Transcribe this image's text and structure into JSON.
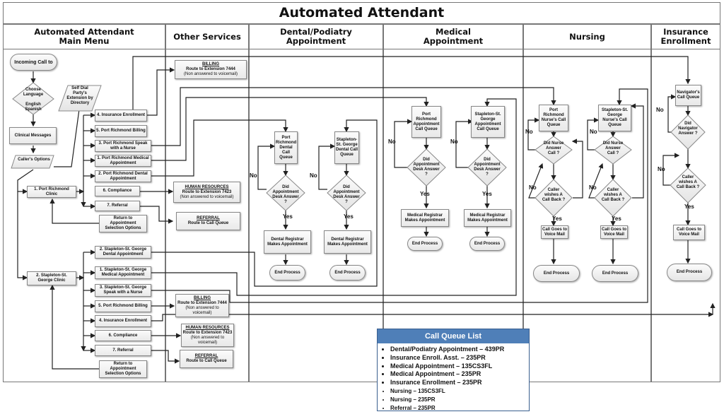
{
  "title": "Automated Attendant",
  "lanes": {
    "main": "Automated Attendant\nMain Menu",
    "other": "Other Services",
    "dental": "Dental/Podiatry Appointment",
    "medical": "Medical\nAppointment",
    "nursing": "Nursing",
    "insurance": "Insurance\nEnrollment"
  },
  "main": {
    "incoming": "Incoming Call to",
    "language": "Choose Language\n\nEnglish Spanish",
    "self_dial": "Self Dial Party's Extension by Directory",
    "clinical": "Clinical Messages",
    "options": "Caller's Options",
    "clinic1": "1. Port Richmond Clinic",
    "clinic2": "2. Stapleton-St. George Clinic",
    "return1": "Return to Appointment Selection Options",
    "return2": "Return to Appointment Selection Options",
    "menu1": [
      "4. Insurance Enrollment",
      "5. Port Richmond Billing",
      "3. Port Richmond Speak with a Nurse",
      "1. Port Richmond Medical Appointment",
      "2. Port Richmond Dental Appointment",
      "6. Compliance",
      "7. Referral"
    ],
    "menu2": [
      "2. Stapleton-St. George Dental Appointment",
      "1. Stapleton-St. George Medical Appointment",
      "3. Stapleton-St. George Speak with a Nurse",
      "5. Port Richmond Billing",
      "4. Insurance Enrollment",
      "6. Compliance",
      "7. Referral"
    ]
  },
  "other": {
    "billing1": {
      "head": "BILLING",
      "body": "Route to Extension 7444",
      "note": "(Non answered to voicemail)"
    },
    "hr1": {
      "head": "HUMAN RESOURCES",
      "body": "Route to Extension 7423",
      "note": "(Non answered to voicemail)"
    },
    "referral1": {
      "head": "REFERRAL",
      "body": "Route to Call Queue"
    },
    "billing2": {
      "head": "BILLING",
      "body": "Route to Extension 7444",
      "note": "(Non answered to voicemail)"
    },
    "hr2": {
      "head": "HUMAN RESOURCES",
      "body": "Route to Extension 7423",
      "note": "(Non answered to voicemail)"
    },
    "referral2": {
      "head": "REFERRAL",
      "body": "Route to Call Queue"
    }
  },
  "dental": {
    "queue_pr": "Port Richmond Dental Call Queue",
    "queue_sg": "Stapleton-St. George Dental Call Queue",
    "decision": "Did Appointment Desk Answer ?",
    "registrar": "Dental Registrar Makes Appointment",
    "end": "End Process"
  },
  "medical": {
    "queue_pr": "Port Richmond Appointment Call Queue",
    "queue_sg": "Stapleton-St. George Appointment Call Queue",
    "decision": "Did Appointment Desk Answer ?",
    "registrar": "Medical Registrar Makes Appointment",
    "end": "End Process"
  },
  "nursing": {
    "queue_pr": "Port Richmond Nurse's Call Queue",
    "queue_sg": "Stapleton-St. George Nurse's Call Queue",
    "decision": "Did Nurse Answer Call ?",
    "callback": "Caller wishes A Call Back ?",
    "voicemail": "Call Goes to Voice Mail",
    "end": "End Process"
  },
  "insurance": {
    "queue": "Navigator's Call Queue",
    "decision": "Did Navigator Answer ?",
    "callback": "Caller wishes A Call Back ?",
    "voicemail": "Call Goes to Voice Mail",
    "end": "End Process"
  },
  "labels": {
    "yes": "Yes",
    "no": "No"
  },
  "queue_list": {
    "title": "Call Queue List",
    "items": [
      "Dental/Podiatry Appointment – 439PR",
      "Insurance Enroll. Asst. – 235PR",
      "Medical Appointment – 135CS3FL",
      "Medical Appointment – 235PR",
      "Insurance Enrollment – 235PR",
      "Nursing – 135CS3FL",
      "Nursing – 235PR",
      "Referral – 235PR"
    ]
  },
  "colors": {
    "queue_header": "#4f7fb8",
    "line": "#222222",
    "border": "#777777"
  }
}
